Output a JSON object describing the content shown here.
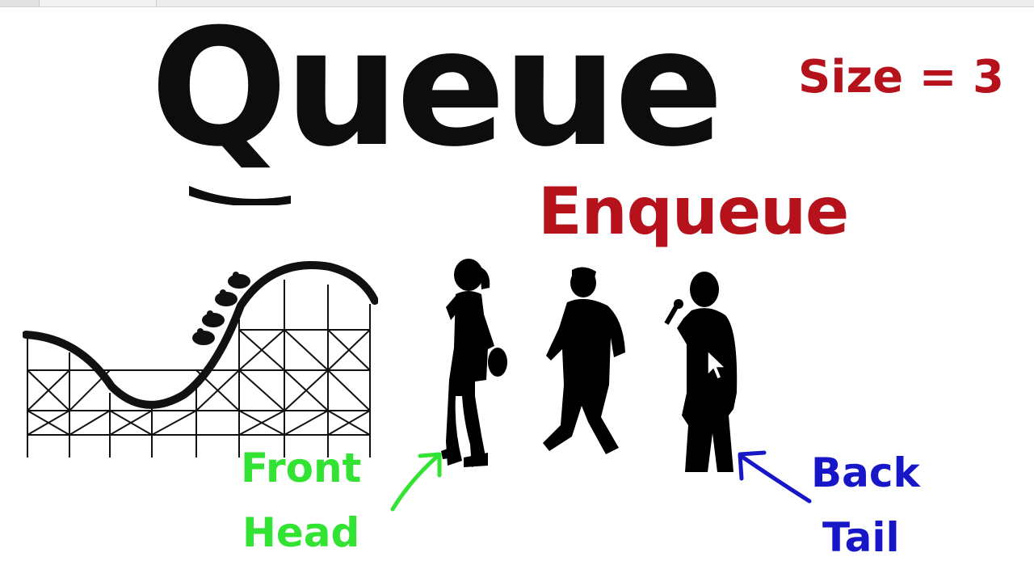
{
  "title": "Queue",
  "size_label": "Size = 3",
  "operation": "Enqueue",
  "front_labels": {
    "line1": "Front",
    "line2": "Head"
  },
  "back_labels": {
    "line1": "Back",
    "line2": "Tail"
  },
  "colors": {
    "title": "#0d0d0d",
    "operation": "#b5121b",
    "size": "#b5121b",
    "front": "#33e333",
    "back": "#1717c8"
  },
  "icons": [
    "roller-coaster-icon",
    "person-silhouette-icon",
    "arrow-icon",
    "mouse-cursor-icon"
  ]
}
